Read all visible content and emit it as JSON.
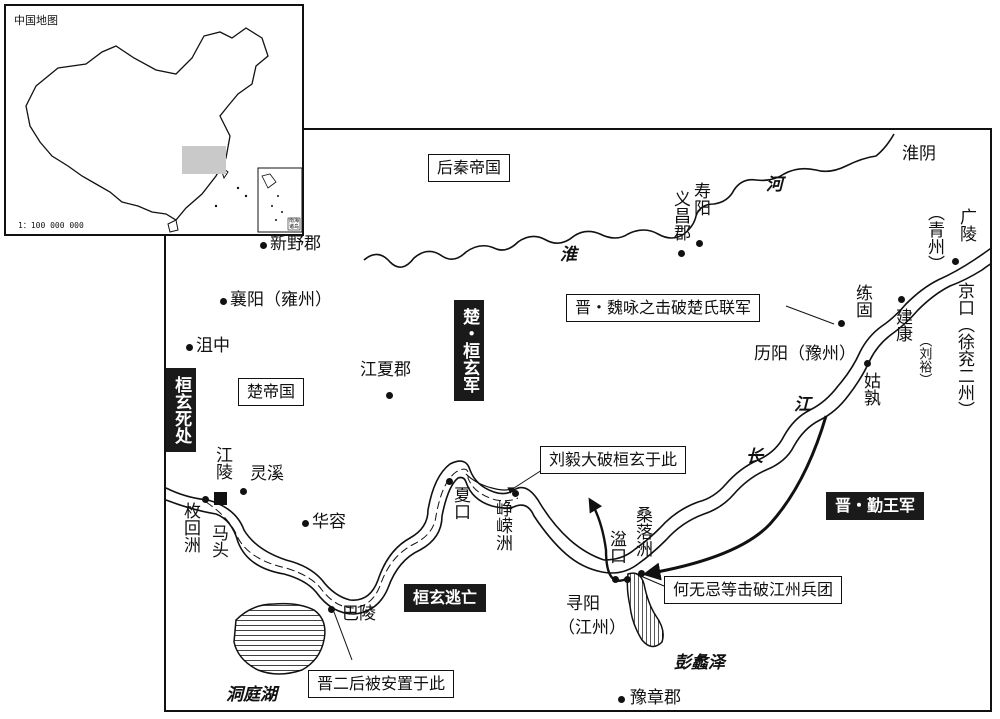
{
  "inset": {
    "title": "中国地图",
    "scale": "1：100 000 000",
    "south_sea_label": "南海诸岛"
  },
  "places": {
    "huaiyin": "淮阴",
    "shouyang": "寿阳",
    "yichangjun": "义昌郡",
    "guangling": "广陵",
    "qingzhou": "（青州）",
    "jingkou": "京口（徐兖二州）",
    "liangu": "练固",
    "jiankang": "建康",
    "liuyu": "（刘裕）",
    "liyang": "历阳（豫州）",
    "gushu": "姑孰",
    "xinyejun": "新野郡",
    "xiangyang": "襄阳（雍州）",
    "juzhong": "沮中",
    "jiangxiajun": "江夏郡",
    "jiangling": "江陵",
    "lingxi": "灵溪",
    "meihuizhou": "枚回洲",
    "matou": "马头",
    "huarong": "华容",
    "xiakou": "夏口",
    "zhengrongzhou": "峥嵘洲",
    "penkou": "湓口",
    "sangluozhou": "桑落洲",
    "xunyang": "寻阳",
    "jiangzhou": "（江州）",
    "baling": "巴陵",
    "yuzhangjun": "豫章郡"
  },
  "regions": {
    "houqin": "后秦帝国",
    "chu": "楚帝国"
  },
  "water": {
    "he": "河",
    "huai": "淮",
    "jiang": "江",
    "chang": "长",
    "dongting": "洞庭湖",
    "pengli": "彭蠡泽"
  },
  "callouts": {
    "weiyong": "晋・魏咏之击破楚氏联军",
    "liuyi": "刘毅大破桓玄于此",
    "jinqinwang": "晋・勤王军",
    "hewuji": "何无忌等击破江州兵团",
    "huanxuantaowang": "桓玄逃亡",
    "jinerhou": "晋二后被安置于此"
  },
  "vertical_labels": {
    "chu_huanxuan_army": "楚・桓玄军",
    "huanxuan_death": "桓玄死处"
  },
  "colors": {
    "ink": "#111111",
    "callout_dark": "#1a1a1a",
    "inset_highlight": "#c9c9c9"
  }
}
